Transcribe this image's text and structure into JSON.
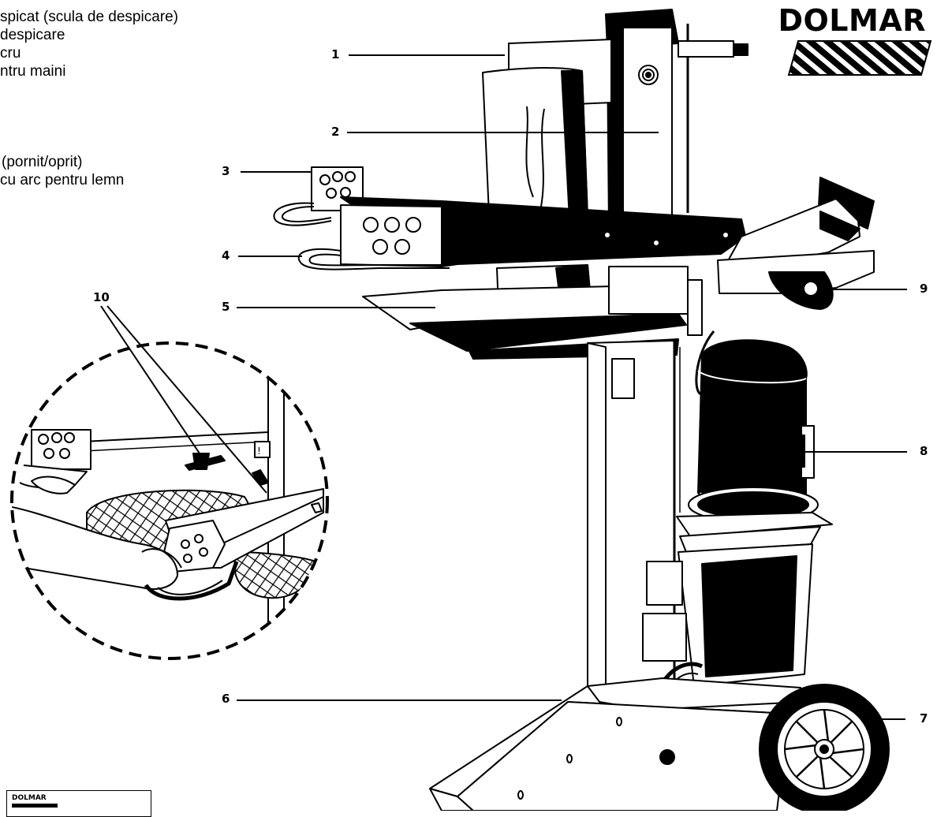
{
  "legend": [
    "spicat (scula de despicare)",
    " despicare",
    "cru",
    "ntru maini",
    "",
    "",
    "",
    "",
    "(pornit/oprit)",
    " cu arc pentru lemn"
  ],
  "brand": "DOLMAR",
  "mini_logo": "DOLMAR",
  "callouts": {
    "c1": "1",
    "c2": "2",
    "c3": "3",
    "c4": "4",
    "c5": "5",
    "c6": "6",
    "c7": "7",
    "c8": "8",
    "c9": "9",
    "c10": "10"
  }
}
